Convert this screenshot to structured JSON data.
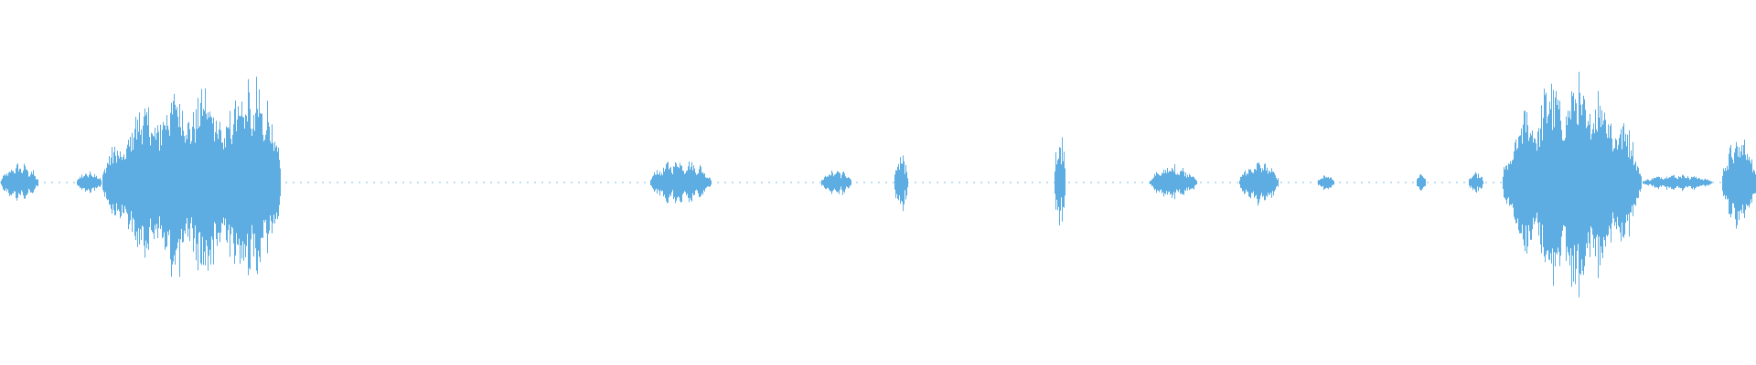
{
  "waveform": {
    "color": "#5dade2",
    "background": "#ffffff",
    "segments": [
      {
        "start": 0.0,
        "end": 0.022,
        "peak": 0.11
      },
      {
        "start": 0.043,
        "end": 0.058,
        "peak": 0.07
      },
      {
        "start": 0.058,
        "end": 0.16,
        "peak": 0.55
      },
      {
        "start": 0.128,
        "end": 0.16,
        "peak": 0.58
      },
      {
        "start": 0.37,
        "end": 0.405,
        "peak": 0.14
      },
      {
        "start": 0.467,
        "end": 0.485,
        "peak": 0.08
      },
      {
        "start": 0.509,
        "end": 0.517,
        "peak": 0.16
      },
      {
        "start": 0.6,
        "end": 0.607,
        "peak": 0.3
      },
      {
        "start": 0.654,
        "end": 0.682,
        "peak": 0.1
      },
      {
        "start": 0.705,
        "end": 0.728,
        "peak": 0.13
      },
      {
        "start": 0.75,
        "end": 0.76,
        "peak": 0.05
      },
      {
        "start": 0.806,
        "end": 0.812,
        "peak": 0.06
      },
      {
        "start": 0.836,
        "end": 0.845,
        "peak": 0.06
      },
      {
        "start": 0.855,
        "end": 0.935,
        "peak": 0.62
      },
      {
        "start": 0.935,
        "end": 0.975,
        "peak": 0.05
      },
      {
        "start": 0.98,
        "end": 1.0,
        "peak": 0.27
      }
    ]
  }
}
